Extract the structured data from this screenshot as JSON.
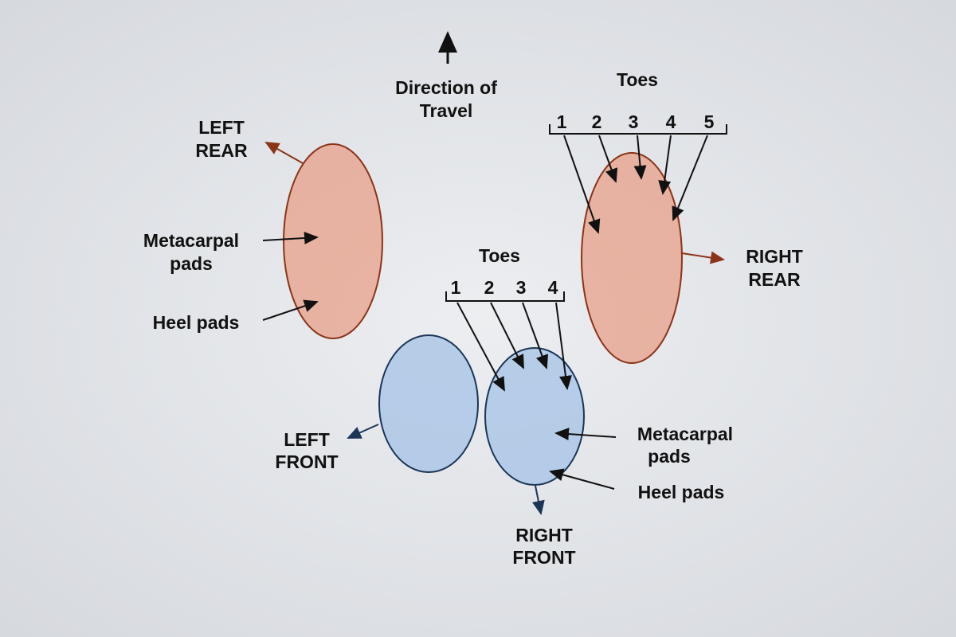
{
  "direction": {
    "line1": "Direction of",
    "line2": "Travel"
  },
  "left_rear": {
    "line1": "LEFT",
    "line2": "REAR"
  },
  "right_rear": {
    "line1": "RIGHT",
    "line2": "REAR"
  },
  "left_front": {
    "line1": "LEFT",
    "line2": "FRONT"
  },
  "right_front": {
    "line1": "RIGHT",
    "line2": "FRONT"
  },
  "rear_toes": {
    "label": "Toes",
    "numbers": [
      "1",
      "2",
      "3",
      "4",
      "5"
    ]
  },
  "front_toes": {
    "label": "Toes",
    "numbers": [
      "1",
      "2",
      "3",
      "4"
    ]
  },
  "left_labels": {
    "metacarpal1": "Metacarpal",
    "metacarpal2": "pads",
    "heel": "Heel pads"
  },
  "right_labels": {
    "metacarpal1": "Metacarpal",
    "metacarpal2": "pads",
    "heel": "Heel pads"
  },
  "colors": {
    "rear": "#e8957a",
    "rear_stroke": "#8a3418",
    "front": "#9fc0e6",
    "front_stroke": "#1c3556"
  }
}
